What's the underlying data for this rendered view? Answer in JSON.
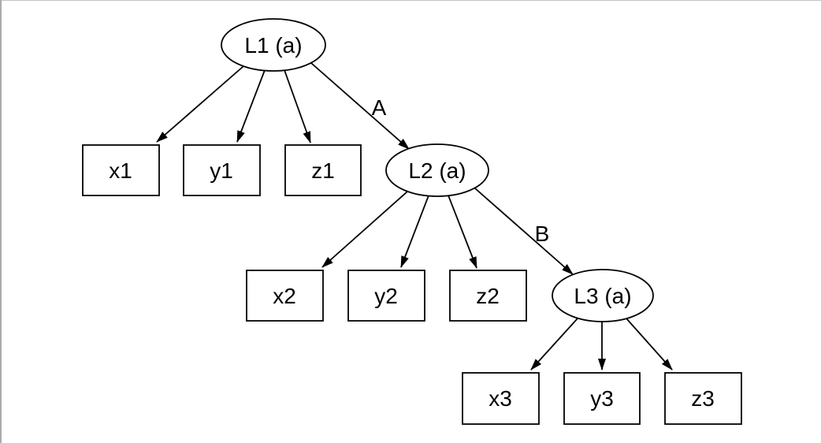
{
  "diagram": {
    "type": "directed-graph",
    "description": "Three-level latent variable chain diagram; ellipses are latent nodes, rectangles are observed indicator nodes",
    "colors": {
      "background": "#ffffff",
      "stroke": "#000000",
      "text": "#000000",
      "frame_left": "#ababab",
      "frame_top": "#c4c4c4"
    },
    "latent_nodes": [
      {
        "id": "L1",
        "label": "L1 (a)"
      },
      {
        "id": "L2",
        "label": "L2 (a)"
      },
      {
        "id": "L3",
        "label": "L3 (a)"
      }
    ],
    "observed_nodes": [
      {
        "id": "x1",
        "label": "x1"
      },
      {
        "id": "y1",
        "label": "y1"
      },
      {
        "id": "z1",
        "label": "z1"
      },
      {
        "id": "x2",
        "label": "x2"
      },
      {
        "id": "y2",
        "label": "y2"
      },
      {
        "id": "z2",
        "label": "z2"
      },
      {
        "id": "x3",
        "label": "x3"
      },
      {
        "id": "y3",
        "label": "y3"
      },
      {
        "id": "z3",
        "label": "z3"
      }
    ],
    "edges": [
      {
        "from": "L1",
        "to": "x1",
        "label": ""
      },
      {
        "from": "L1",
        "to": "y1",
        "label": ""
      },
      {
        "from": "L1",
        "to": "z1",
        "label": ""
      },
      {
        "from": "L1",
        "to": "L2",
        "label": "A"
      },
      {
        "from": "L2",
        "to": "x2",
        "label": ""
      },
      {
        "from": "L2",
        "to": "y2",
        "label": ""
      },
      {
        "from": "L2",
        "to": "z2",
        "label": ""
      },
      {
        "from": "L2",
        "to": "L3",
        "label": "B"
      },
      {
        "from": "L3",
        "to": "x3",
        "label": ""
      },
      {
        "from": "L3",
        "to": "y3",
        "label": ""
      },
      {
        "from": "L3",
        "to": "z3",
        "label": ""
      }
    ]
  }
}
